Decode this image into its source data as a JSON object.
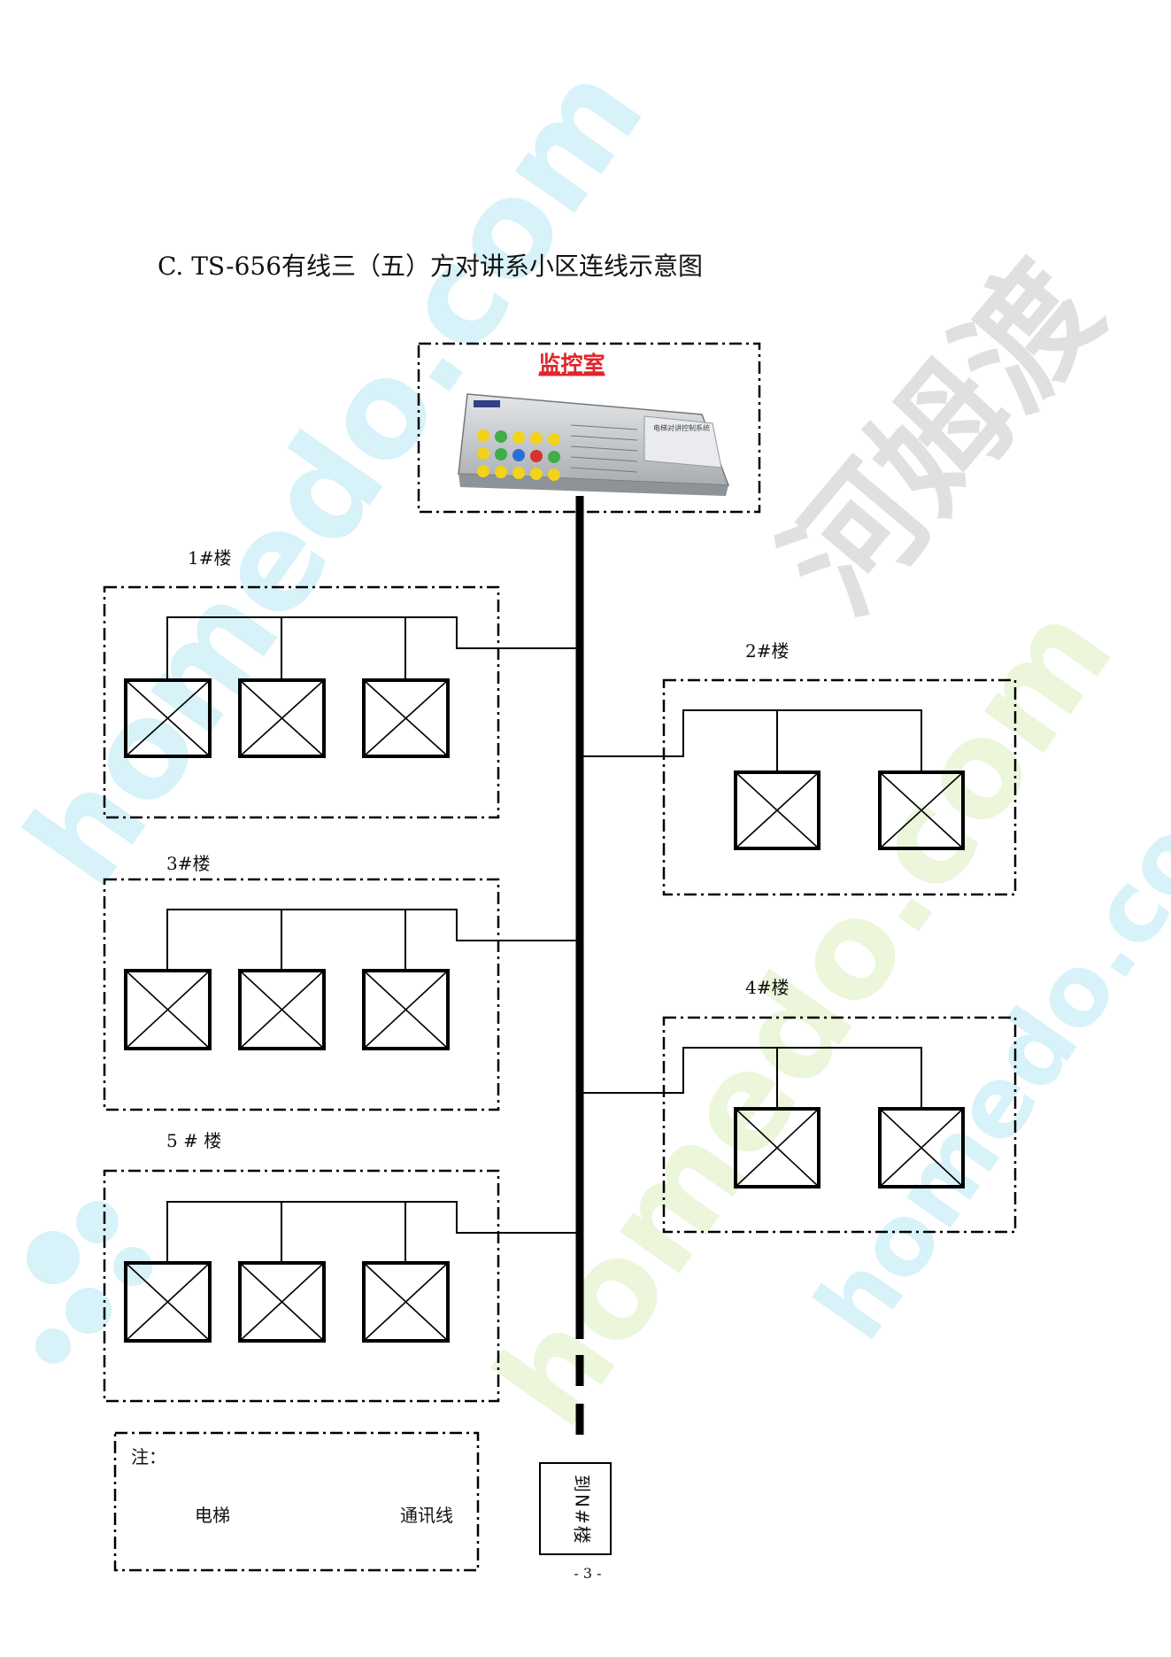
{
  "title": "C. TS-656有线三（五）方对讲系小区连线示意图",
  "control_room": {
    "label": "监控室",
    "device_panel_text": "电梯对讲控制系统"
  },
  "buildings": [
    {
      "label": "1#楼"
    },
    {
      "label": "2#楼"
    },
    {
      "label": "3#楼"
    },
    {
      "label": "4#楼"
    },
    {
      "label": "5 # 楼"
    }
  ],
  "trunk_end": {
    "label": "到N#楼"
  },
  "legend": {
    "heading": "注：",
    "elevator_label": "电梯",
    "comm_line_label": "通讯线"
  },
  "page_number": "- 3 -",
  "watermarks": {
    "latin": "homedo.com",
    "chinese": "河姆渡"
  },
  "colors": {
    "control_room_label": "#e0262b",
    "device_body": "#c9ccd0",
    "button_yellow": "#f2d21a",
    "button_green": "#3fae49",
    "button_blue": "#2a6fd6",
    "button_red": "#d8332b"
  }
}
